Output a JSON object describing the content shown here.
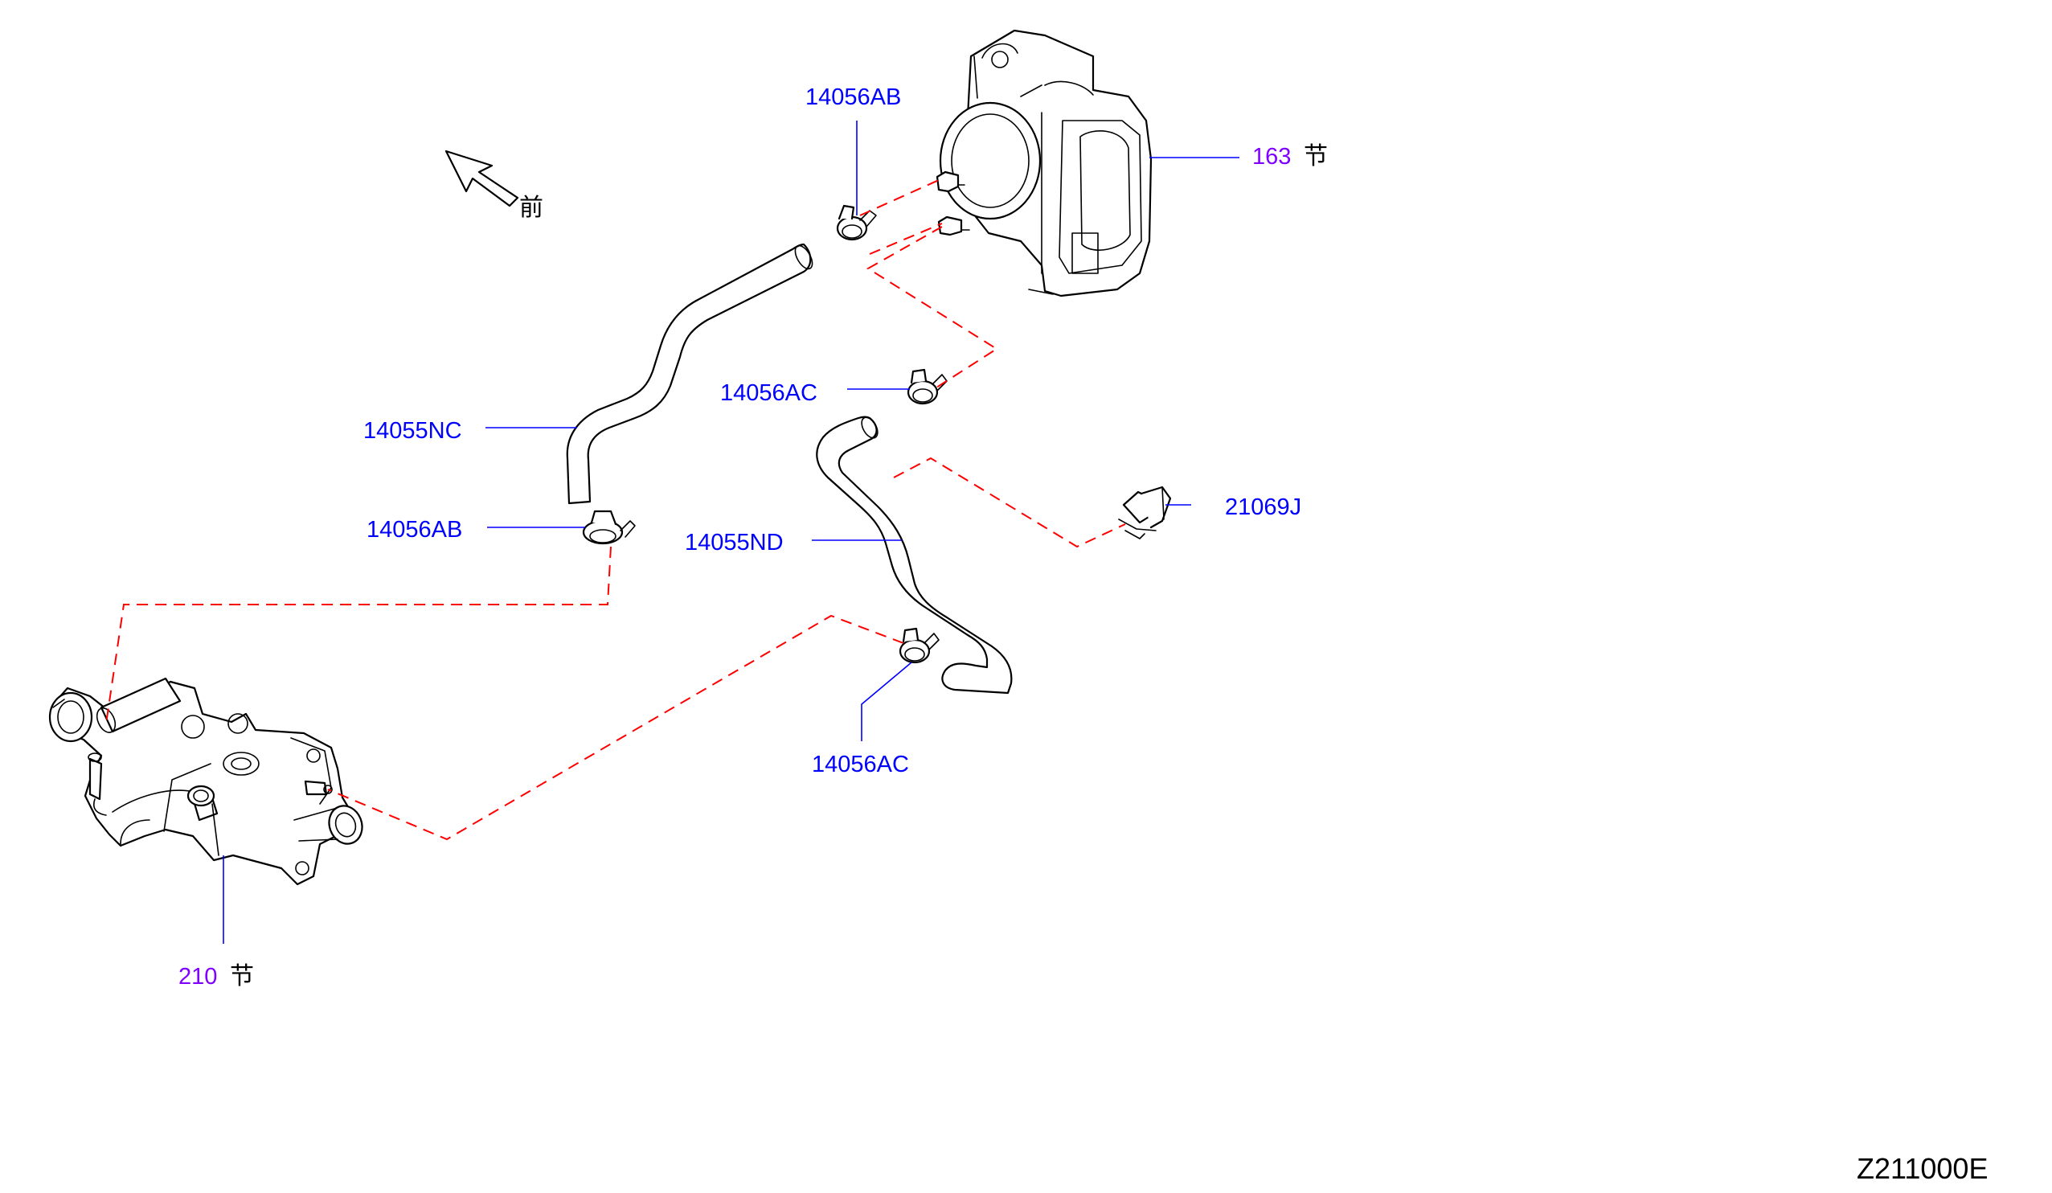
{
  "labels": {
    "front_char": "前",
    "throttle_ref_num": "163",
    "throttle_ref_char": "节",
    "thermo_ref_num": "210",
    "thermo_ref_char": "节",
    "clamp_top": "14056AB",
    "clamp_mid_left": "14056AB",
    "clamp_right_upper": "14056AC",
    "clamp_right_lower": "14056AC",
    "hose_upper": "14055NC",
    "hose_lower": "14055ND",
    "clip_right": "21069J",
    "diagram_code": "Z211000E"
  },
  "colors": {
    "part_number": "#0000ff",
    "reference_number": "#8000ff",
    "connector_dash": "#ff0000",
    "outline": "#000000"
  }
}
